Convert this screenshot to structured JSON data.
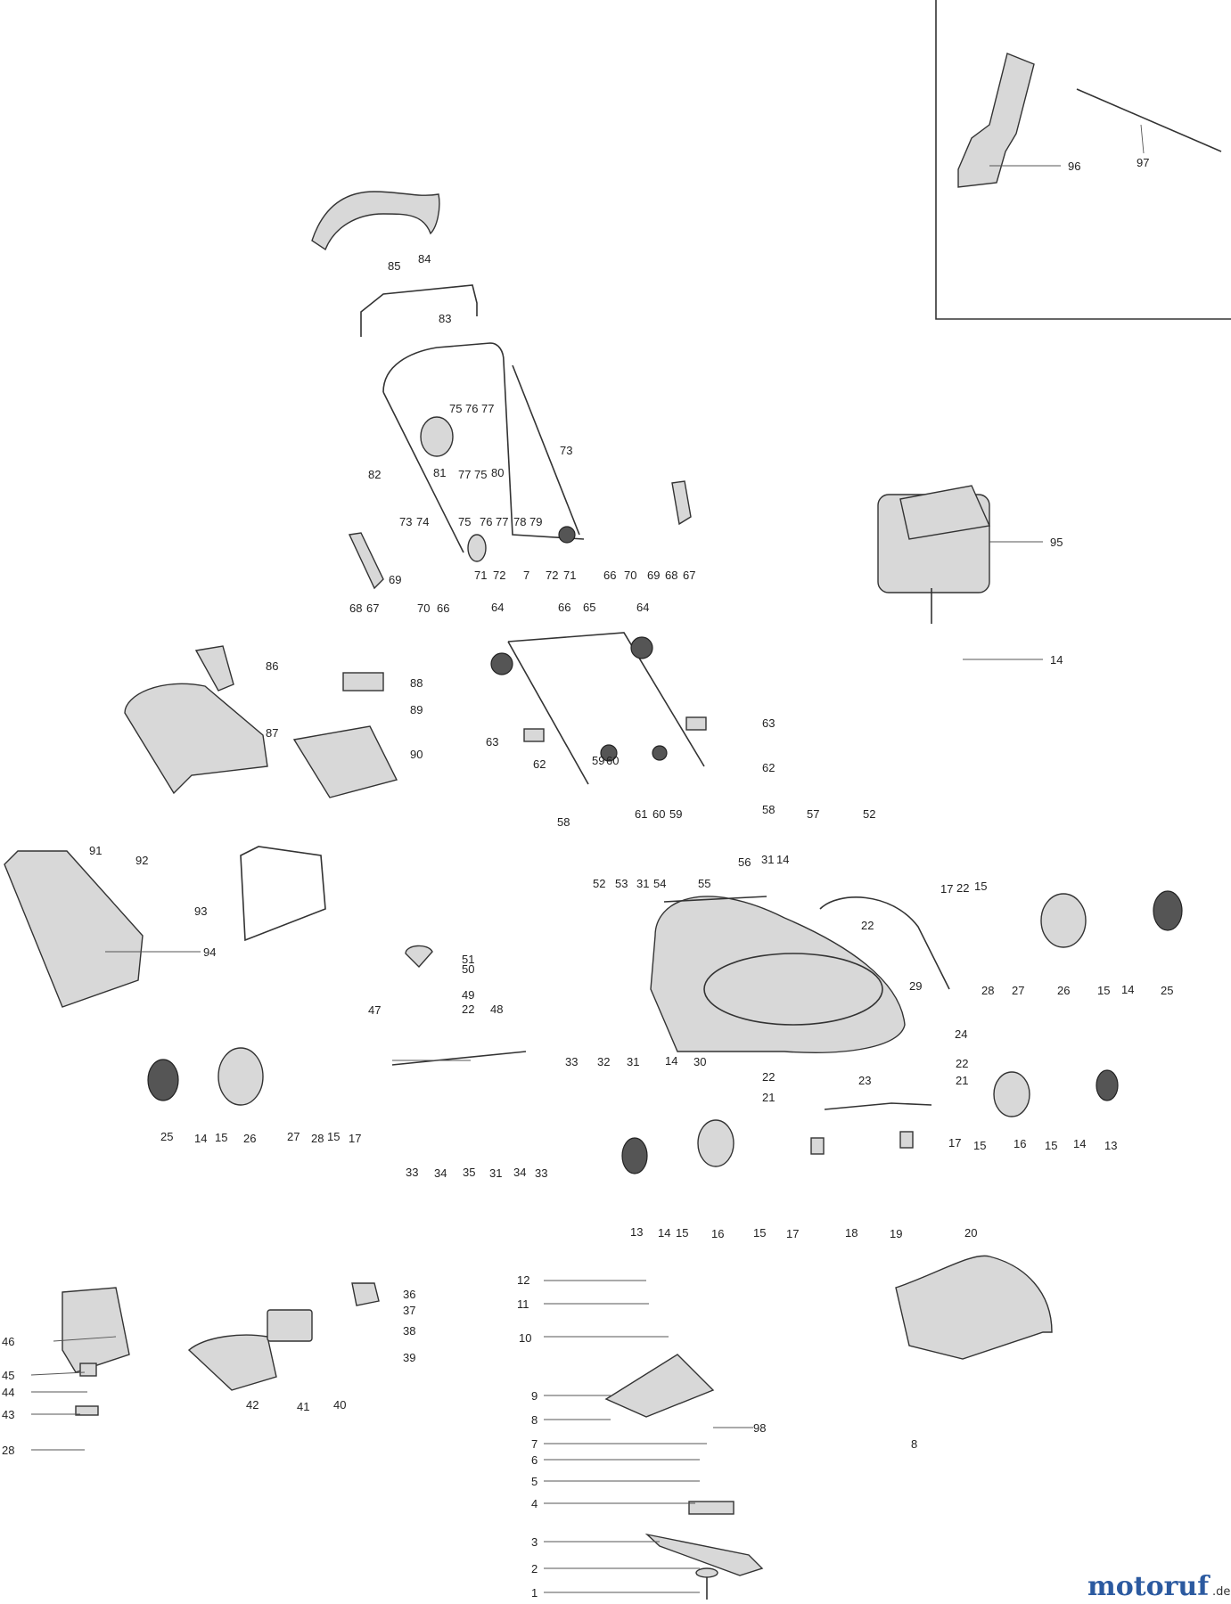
{
  "brand": {
    "name": "motoruf",
    "domain": ".de",
    "color_blue": "#2c5aa0",
    "color_orange": "#e8861c",
    "color_green": "#6aa84f"
  },
  "callouts": {
    "c85": "85",
    "c84": "84",
    "c83": "83",
    "c75a": "75",
    "c76a": "76",
    "c77a": "77",
    "c73a": "73",
    "c82": "82",
    "c81": "81",
    "c77b": "77",
    "c75b": "75",
    "c80": "80",
    "c73b": "73",
    "c74": "74",
    "c75c": "75",
    "c76b": "76",
    "c77c": "77",
    "c78": "78",
    "c79": "79",
    "c68a": "68",
    "c67a": "67",
    "c69a": "69",
    "c70a": "70",
    "c66a": "66",
    "c71a": "71",
    "c72a": "72",
    "c7a": "7",
    "c72b": "72",
    "c71b": "71",
    "c66b": "66",
    "c70b": "70",
    "c69b": "69",
    "c68b": "68",
    "c67b": "67",
    "c64a": "64",
    "c66c": "66",
    "c65": "65",
    "c64b": "64",
    "c63a": "63",
    "c63b": "63",
    "c62a": "62",
    "c59a": "59",
    "c60a": "60",
    "c62b": "62",
    "c58a": "58",
    "c61": "61",
    "c60b": "60",
    "c59b": "59",
    "c58b": "58",
    "c86": "86",
    "c88": "88",
    "c89": "89",
    "c87": "87",
    "c90": "90",
    "c91": "91",
    "c92": "92",
    "c93": "93",
    "c94": "94",
    "c96": "96",
    "c97": "97",
    "c95": "95",
    "c14a": "14",
    "c57": "57",
    "c52a": "52",
    "c56": "56",
    "c31a": "31",
    "c14b": "14",
    "c52b": "52",
    "c53": "53",
    "c31b": "31",
    "c54": "54",
    "c55": "55",
    "c17a": "17",
    "c22a": "22",
    "c15a": "15",
    "c22b": "22",
    "c29": "29",
    "c28a": "28",
    "c27a": "27",
    "c26a": "26",
    "c15b": "15",
    "c14c": "14",
    "c25a": "25",
    "c24": "24",
    "c33a": "33",
    "c32": "32",
    "c31c": "31",
    "c14d": "14",
    "c30": "30",
    "c51": "51",
    "c50": "50",
    "c49": "49",
    "c47": "47",
    "c22c": "22",
    "c48": "48",
    "c25b": "25",
    "c14e": "14",
    "c15c": "15",
    "c26b": "26",
    "c27b": "27",
    "c28b": "28",
    "c15d": "15",
    "c17b": "17",
    "c33b": "33",
    "c34a": "34",
    "c35": "35",
    "c31d": "31",
    "c34b": "34",
    "c33c": "33",
    "c22d": "22",
    "c21a": "21",
    "c22e": "22",
    "c23": "23",
    "c21b": "21",
    "c17c": "17",
    "c15e": "15",
    "c16a": "16",
    "c15f": "15",
    "c14f": "14",
    "c13a": "13",
    "c13b": "13",
    "c14g": "14",
    "c15g": "15",
    "c16b": "16",
    "c15h": "15",
    "c17d": "17",
    "c18": "18",
    "c19": "19",
    "c20": "20",
    "c8a": "8",
    "c12": "12",
    "c11": "11",
    "c10": "10",
    "c9": "9",
    "c8b": "8",
    "c98": "98",
    "c7b": "7",
    "c6": "6",
    "c5": "5",
    "c4": "4",
    "c3": "3",
    "c2": "2",
    "c1": "1",
    "c46": "46",
    "c45": "45",
    "c44": "44",
    "c43": "43",
    "c28c": "28",
    "c36": "36",
    "c37": "37",
    "c38": "38",
    "c39": "39",
    "c42": "42",
    "c41": "41",
    "c40": "40"
  }
}
